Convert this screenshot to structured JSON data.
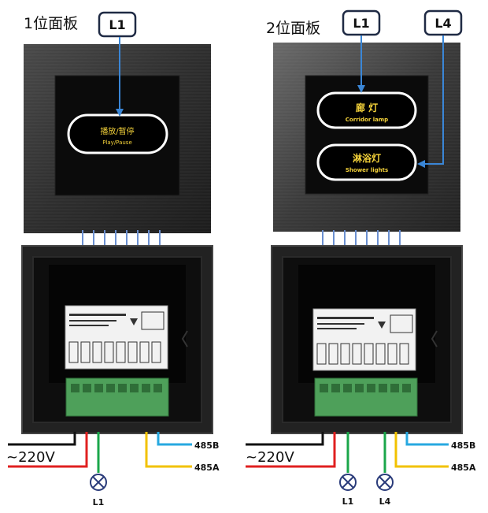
{
  "panels": [
    {
      "title": "1位面板",
      "callouts": [
        "L1"
      ],
      "buttons": [
        {
          "cn": "播放/暂停",
          "en": "Play/Pause"
        }
      ],
      "wiring": {
        "supply": "~220V",
        "bus_b": "485B",
        "bus_a": "485A",
        "loads": [
          "L1"
        ]
      }
    },
    {
      "title": "2位面板",
      "callouts": [
        "L1",
        "L4"
      ],
      "buttons": [
        {
          "cn": "廊 灯",
          "en": "Corridor lamp"
        },
        {
          "cn": "淋浴灯",
          "en": "Shower lights"
        }
      ],
      "wiring": {
        "supply": "~220V",
        "bus_b": "485B",
        "bus_a": "485A",
        "loads": [
          "L1",
          "L4"
        ]
      }
    }
  ],
  "colors": {
    "callout_border": "#1f2a44",
    "arrow": "#3a86d6",
    "button_text": "#f5d33a",
    "button_ring": "#ffffff",
    "wire_red": "#e02020",
    "wire_black": "#111111",
    "wire_green": "#1aa64a",
    "wire_yellow": "#f2c200",
    "wire_cyan": "#27a8e0",
    "terminal_green": "#4ea05a"
  }
}
